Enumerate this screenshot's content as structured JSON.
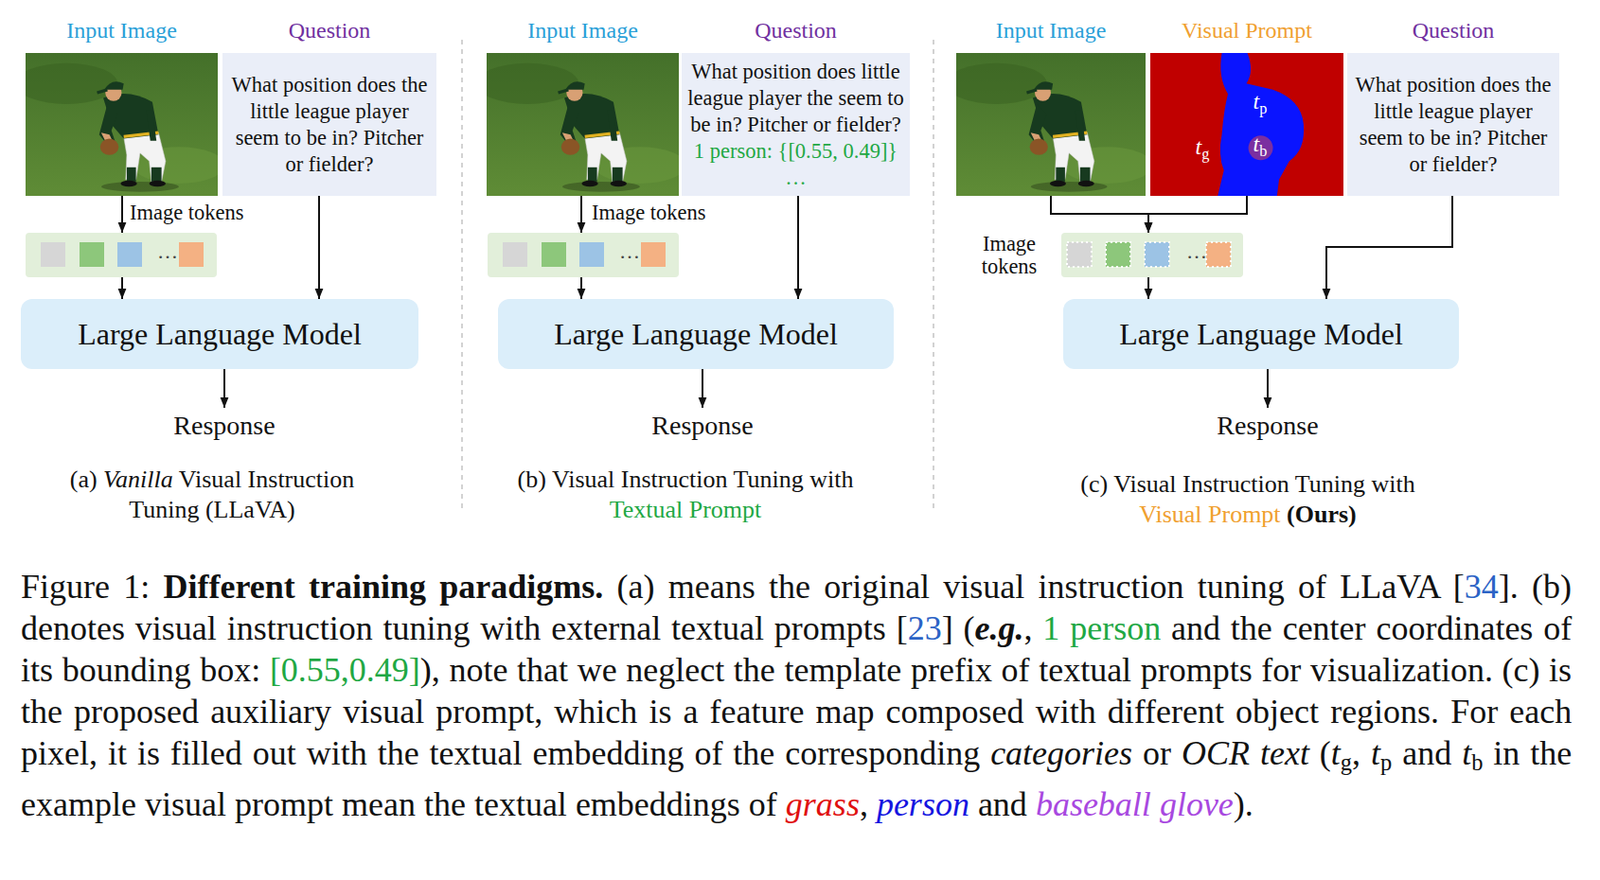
{
  "diagram": {
    "caption": "Figure 1: Different training paradigms. (a) means the original visual instruction tuning of LLaVA [34]. (b) denotes visual instruction tuning with external textual prompts [23] (e.g., 1 person and the center coordinates of its bounding box: [0.55,0.49]), note that we neglect the template prefix of textual prompts for visualization. (c) is the proposed auxiliary visual prompt, which is a feature map composed with different object regions. For each pixel, it is filled out with the textual embedding of the corresponding categories or OCR text (tg, tp and tb in the example visual prompt mean the textual embeddings of grass, person and baseball glove).",
    "nodes": [
      {
        "text": [
          "Input Image"
        ]
      },
      {
        "text": [
          "Question",
          "What position does the little league player seem to be in? Pitcher or fielder?"
        ]
      },
      {
        "text": [
          "Image tokens"
        ]
      },
      {
        "text": [
          "Large Language Model"
        ]
      },
      {
        "text": [
          "Response"
        ]
      },
      {
        "text": [
          "Input Image"
        ]
      },
      {
        "text": [
          "Question",
          "What position does little league player the seem to be in? Pitcher or fielder? 1 person: {[0.55, 0.49]} …"
        ]
      },
      {
        "text": [
          "Image tokens"
        ]
      },
      {
        "text": [
          "Large Language Model"
        ]
      },
      {
        "text": [
          "Response"
        ]
      },
      {
        "text": [
          "Input Image"
        ]
      },
      {
        "text": [
          "Visual Prompt",
          "tp",
          "tg",
          "tb"
        ]
      },
      {
        "text": [
          "Question",
          "What position does the little league player seem to be in? Pitcher or fielder?"
        ]
      },
      {
        "text": [
          "Image tokens"
        ]
      },
      {
        "text": [
          "Large Language Model"
        ]
      },
      {
        "text": [
          "Response"
        ]
      }
    ],
    "edges": [
      {
        "from": 0,
        "to": 2,
        "arrow": "to"
      },
      {
        "from": 1,
        "to": 3,
        "arrow": "to"
      },
      {
        "from": 2,
        "to": 3,
        "arrow": "to"
      },
      {
        "from": 3,
        "to": 4,
        "arrow": "to"
      },
      {
        "from": 5,
        "to": 7,
        "arrow": "to"
      },
      {
        "from": 6,
        "to": 8,
        "arrow": "to"
      },
      {
        "from": 7,
        "to": 8,
        "arrow": "to"
      },
      {
        "from": 8,
        "to": 9,
        "arrow": "to"
      },
      {
        "from": 10,
        "to": 13,
        "arrow": "to"
      },
      {
        "from": 11,
        "to": 13,
        "arrow": "to"
      },
      {
        "from": 12,
        "to": 14,
        "arrow": "to"
      },
      {
        "from": 13,
        "to": 14,
        "arrow": "to"
      },
      {
        "from": 14,
        "to": 15,
        "arrow": "to"
      }
    ],
    "labels": [
      "(a) Vanilla Visual Instruction Tuning (LLaVA)",
      "(b) Visual Instruction Tuning with Textual Prompt",
      "(c) Visual Instruction Tuning with Visual Prompt (Ours)",
      "…",
      "…",
      "…"
    ]
  }
}
